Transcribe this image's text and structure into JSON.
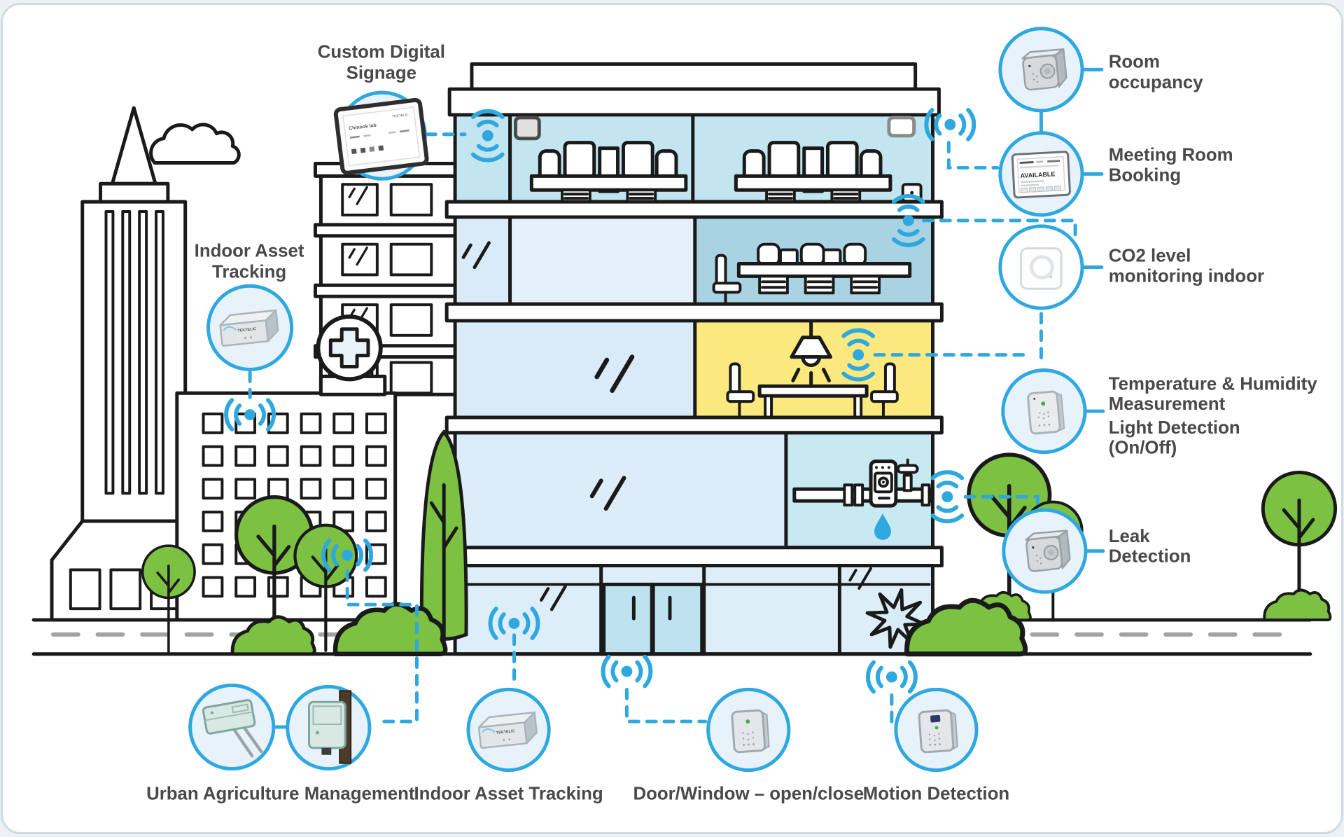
{
  "labels": {
    "signage_1": "Custom Digital",
    "signage_2": "Signage",
    "asset_left_1": "Indoor Asset",
    "asset_left_2": "Tracking",
    "occupancy_1": "Room",
    "occupancy_2": "occupancy",
    "booking_1": "Meeting Room",
    "booking_2": "Booking",
    "co2_1": "CO2 level",
    "co2_2": "monitoring indoor",
    "temp_1": "Temperature & Humidity",
    "temp_2": "Measurement",
    "temp_3": "Light Detection",
    "temp_4": "(On/Off)",
    "leak_1": "Leak",
    "leak_2": "Detection",
    "uam": "Urban Agriculture Management",
    "iat": "Indoor Asset Tracking",
    "dw": "Door/Window – open/close",
    "motion": "Motion Detection"
  },
  "devices": {
    "brand": "TEKTELIC",
    "signage_title": "Chinook lab",
    "booking_status": "AVAILABLE"
  },
  "colors": {
    "accent": "#2fa8e0",
    "outline": "#1a1a1a",
    "room_cyan": "#c2e5ef",
    "meeting_blue": "#a9d2e3",
    "room_yellow": "#f9e97e",
    "glass_blue": "#d9eaf8",
    "leak_cyan": "#c7e9f2",
    "door_cyan": "#bfe3ee",
    "tree_green": "#7cc142",
    "label_text": "#49494b",
    "circle_fill": "#e7f2fb"
  }
}
